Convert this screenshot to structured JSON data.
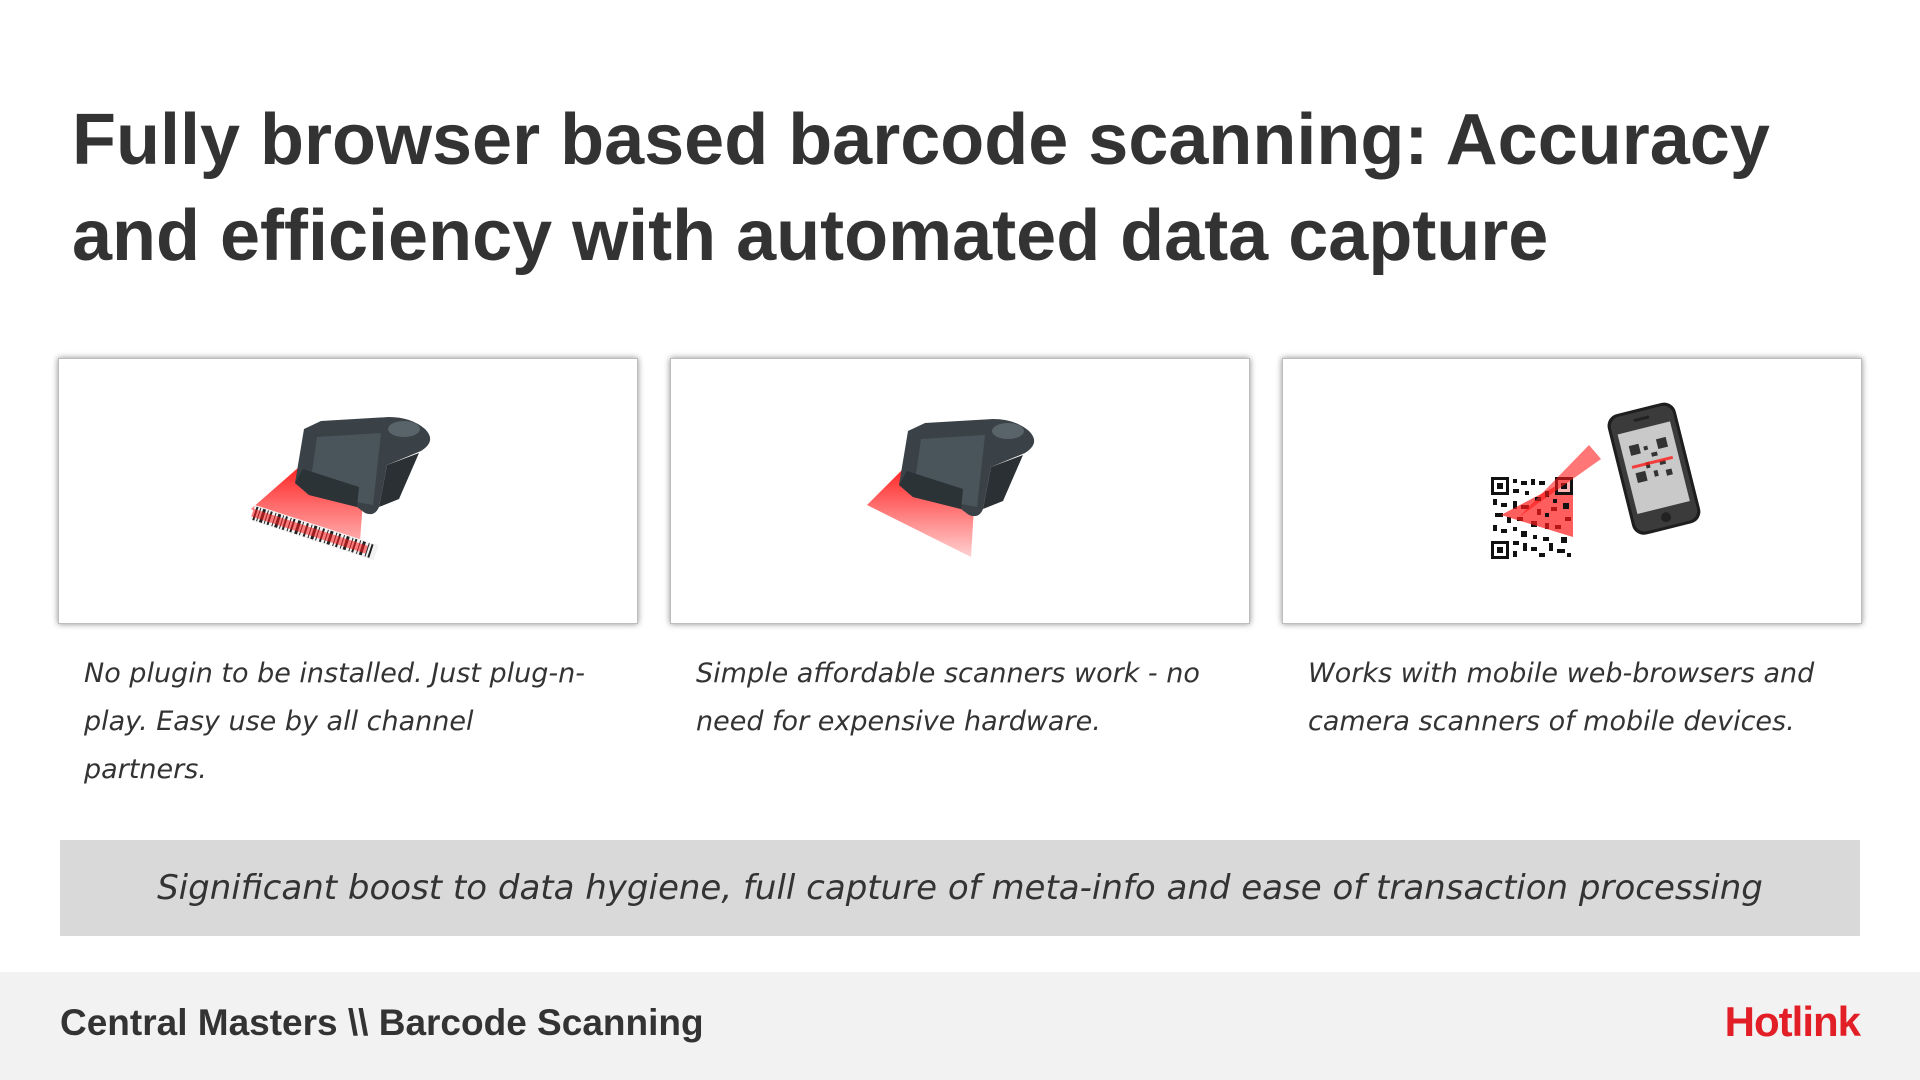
{
  "slide": {
    "title": "Fully browser based barcode scanning: Accuracy and efficiency with automated data capture",
    "features": [
      {
        "caption": "No plugin to be installed. Just plug-n-play. Easy use by all channel partners.",
        "icon": "handheld-scanner-barcode-icon"
      },
      {
        "caption": "Simple affordable  scanners work - no need for expensive hardware.",
        "icon": "handheld-scanner-icon"
      },
      {
        "caption": "Works with mobile web-browsers  and camera scanners of mobile devices.",
        "icon": "mobile-qr-scan-icon"
      }
    ],
    "banner": "Significant boost to data hygiene, full capture of meta-info and ease of transaction processing"
  },
  "footer": {
    "title": "Central Masters \\\\ Barcode Scanning",
    "logo": "Hotlink"
  },
  "colors": {
    "text": "#333333",
    "banner_bg": "#d9d9d9",
    "footer_bg": "#f2f2f2",
    "brand_red": "#e21f26",
    "laser_red": "#ff2020"
  }
}
